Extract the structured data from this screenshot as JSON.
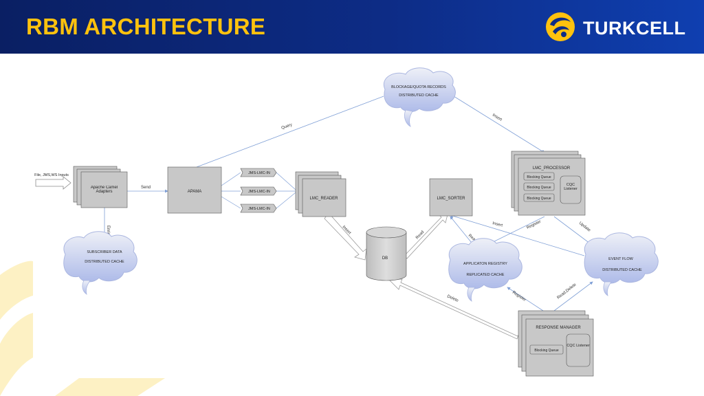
{
  "slide": {
    "title": "RBM ARCHITECTURE",
    "brand": "TURKCELL"
  },
  "colors": {
    "header_blue": "#0d2c86",
    "title_yellow": "#ffc20e",
    "box_gray": "#c8c8c8",
    "cloud_blue": "#b9c4ee",
    "link_blue": "#7f9fd6"
  },
  "icons": {
    "logo": "turkcell-logo-icon"
  },
  "diagram": {
    "nodes": {
      "inputs": "File, JMS,WS Inputs",
      "camel": "Apache Camel Adapters",
      "apama": "APAMA",
      "jms1": "JMS-LMC-IN",
      "jms2": "JMS-LMC-IN",
      "jms3": "JMS-LMC-IN",
      "lmc_reader": "LMC_READER",
      "db": "DB",
      "lmc_sorter": "LMC_SORTER",
      "lmc_processor": "LMC_PROCESSOR",
      "bq1": "Blocking Queue",
      "bq2": "Blocking Queue",
      "bq3": "Blocking Queue",
      "cqc1": "CQC Listener",
      "response_manager": "RESPONSE MANAGER",
      "bq_rm": "Blocking Queue",
      "cqc_rm": "CQC Listener"
    },
    "clouds": {
      "blockage_line1": "BLOCKAGE/QUOTA RECORDS",
      "blockage_line2": "DISTRIBUTED CACHE",
      "subscriber_line1": "SUBSCRIBER DATA",
      "subscriber_line2": "DISTRIBUTED CACHE",
      "registry_line1": "APPLICATON REGISTRY",
      "registry_line2": "REPLICATED CACHE",
      "eventflow_line1": "EVENT FLOW",
      "eventflow_line2": "DISTRIBUTED CACHE"
    },
    "edges": {
      "send": "Send",
      "enrich": "Enrich",
      "query": "Query",
      "insert_blockage": "Insert",
      "insert_db": "Insert",
      "read_db": "Read",
      "read_registry": "Read",
      "insert_eventflow": "Insert",
      "register_processor": "Register",
      "update": "Update",
      "register_rm": "Register",
      "read_delete": "Read,Delete",
      "delete": "Delete"
    }
  }
}
